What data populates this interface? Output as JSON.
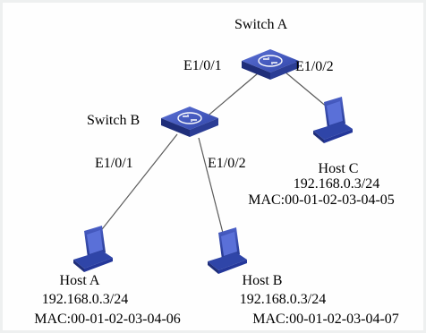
{
  "diagram": {
    "switch_a": {
      "name": "Switch A",
      "port_left": "E1/0/1",
      "port_right": "E1/0/2"
    },
    "switch_b": {
      "name": "Switch B",
      "port_left": "E1/0/1",
      "port_right": "E1/0/2"
    },
    "host_a": {
      "name": "Host A",
      "ip": "192.168.0.3/24",
      "mac": "MAC:00-01-02-03-04-06"
    },
    "host_b": {
      "name": "Host B",
      "ip": "192.168.0.3/24",
      "mac": "MAC:00-01-02-03-04-07"
    },
    "host_c": {
      "name": "Host C",
      "ip": "192.168.0.3/24",
      "mac": "MAC:00-01-02-03-04-05"
    },
    "colors": {
      "switch": "#2b3f9e",
      "host": "#2f45a8",
      "link": "#5a5a5a"
    }
  }
}
